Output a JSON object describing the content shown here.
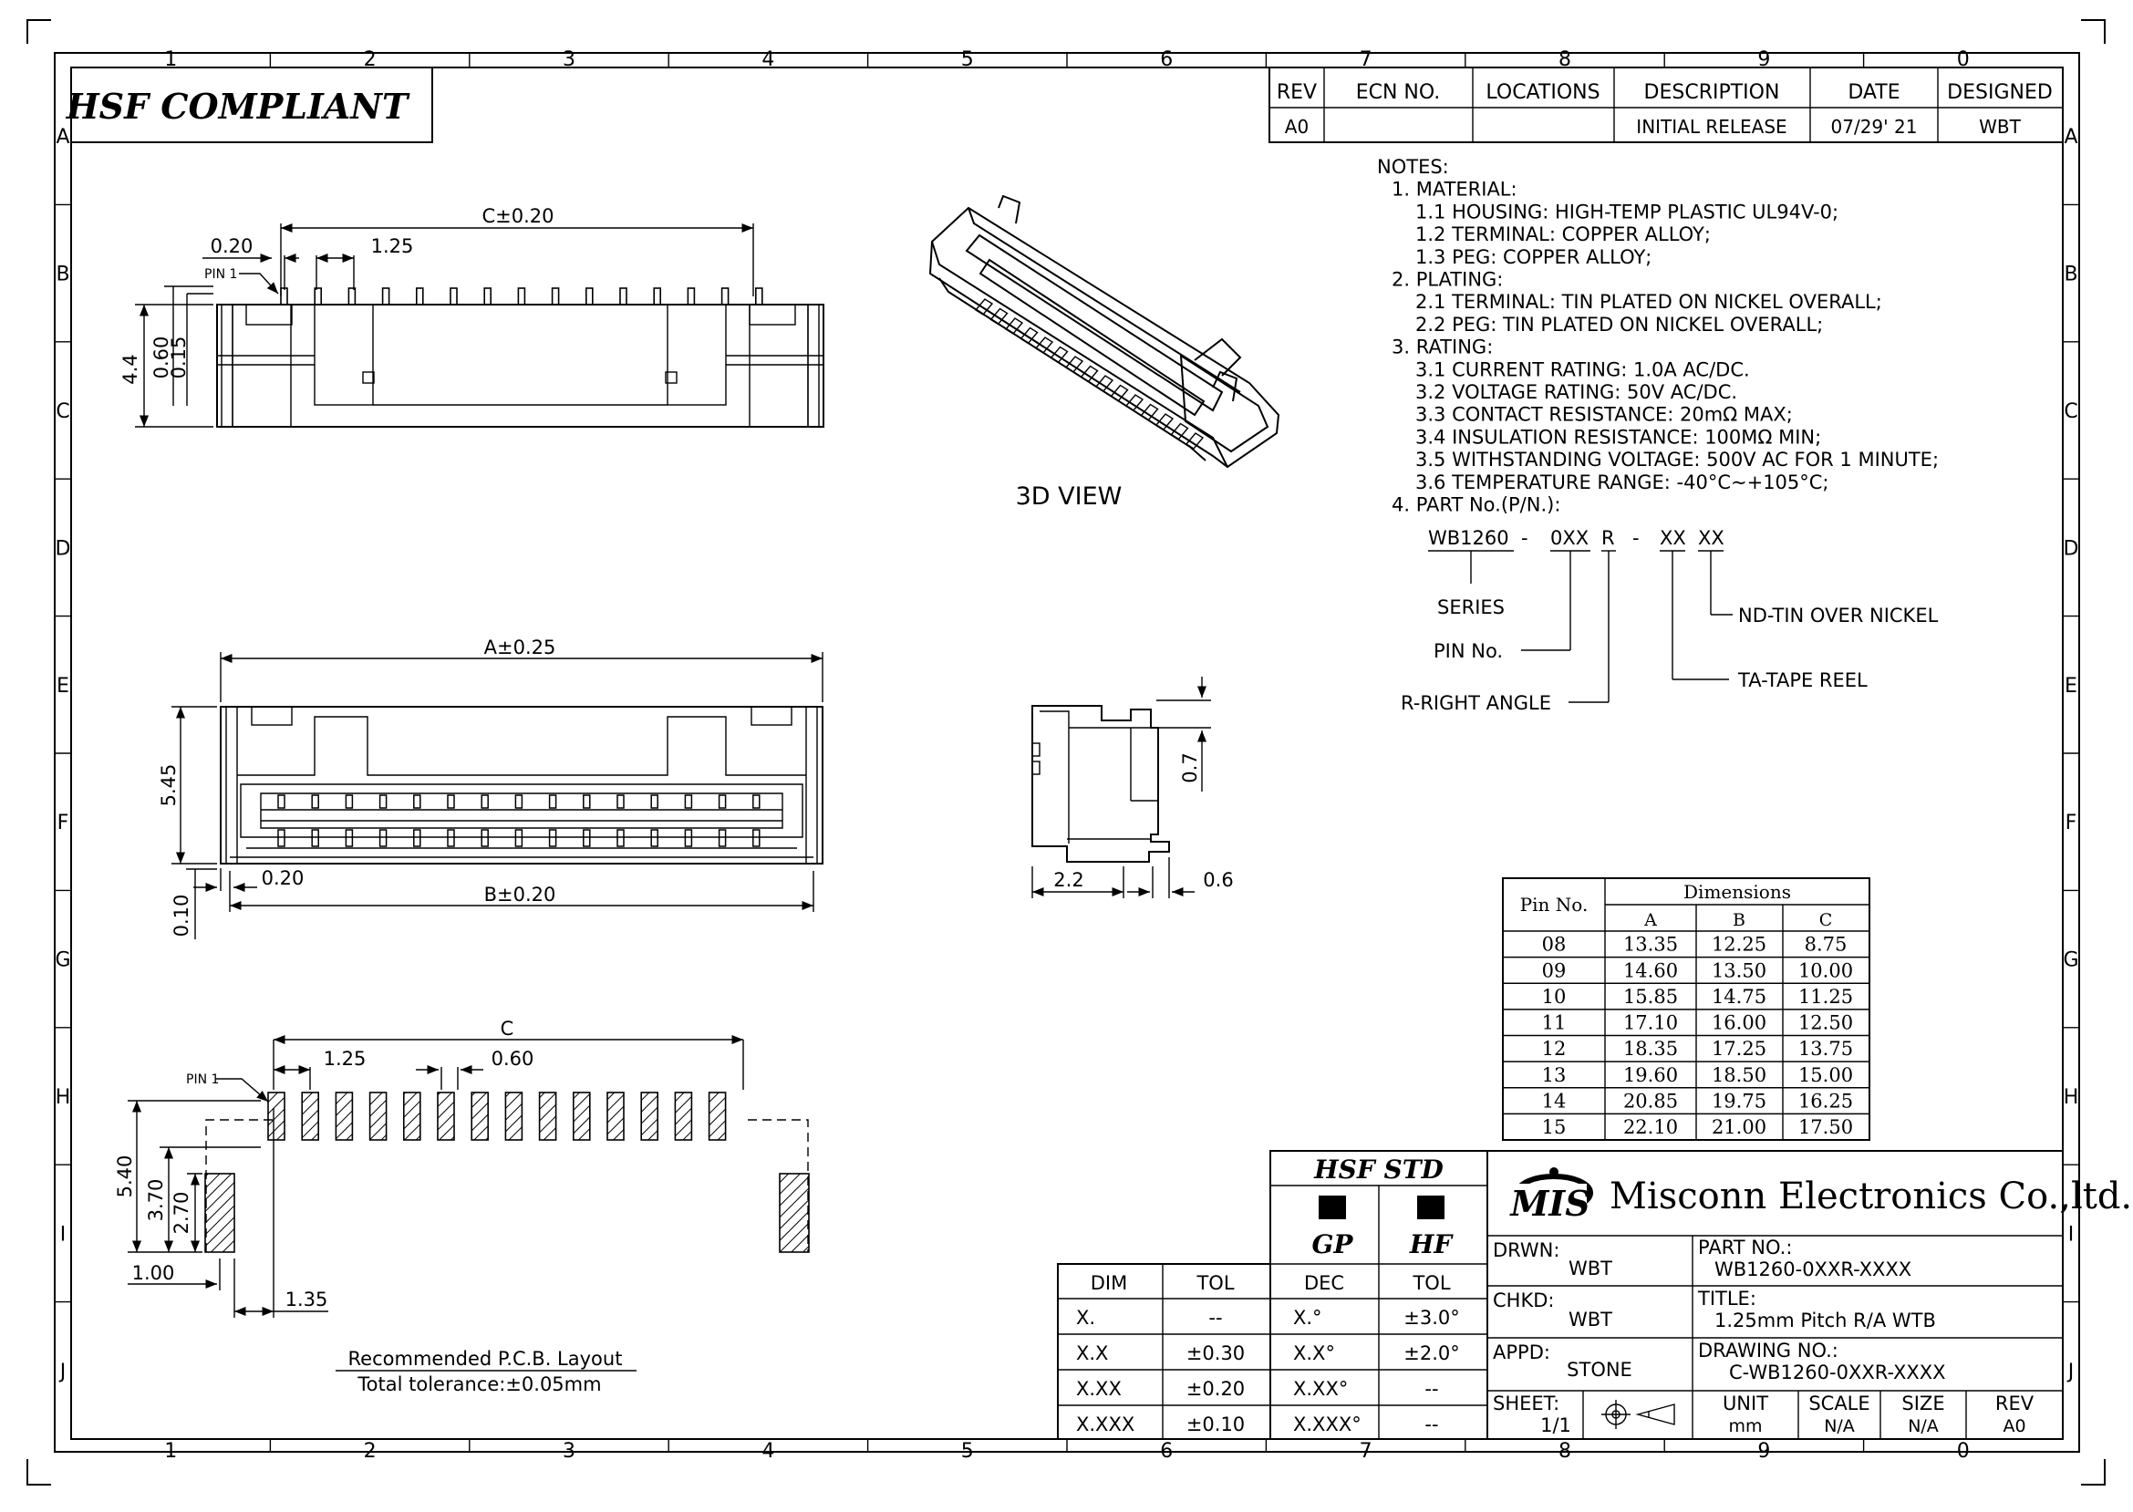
{
  "border": {
    "columns": [
      "1",
      "2",
      "3",
      "4",
      "5",
      "6",
      "7",
      "8",
      "9",
      "0"
    ],
    "rows": [
      "A",
      "B",
      "C",
      "D",
      "E",
      "F",
      "G",
      "H",
      "I",
      "J"
    ]
  },
  "hsf_compliant": "HSF COMPLIANT",
  "revision_table": {
    "headers": [
      "REV",
      "ECN NO.",
      "LOCATIONS",
      "DESCRIPTION",
      "DATE",
      "DESIGNED"
    ],
    "row": [
      "A0",
      "",
      "",
      "INITIAL RELEASE",
      "07/29' 21",
      "WBT"
    ]
  },
  "notes": [
    "NOTES:",
    "1. MATERIAL:",
    "1.1 HOUSING: HIGH-TEMP PLASTIC UL94V-0;",
    "1.2 TERMINAL: COPPER ALLOY;",
    "1.3 PEG: COPPER ALLOY;",
    "2. PLATING:",
    "2.1 TERMINAL: TIN PLATED ON NICKEL OVERALL;",
    "2.2 PEG: TIN PLATED ON NICKEL OVERALL;",
    "3. RATING:",
    "3.1 CURRENT RATING: 1.0A AC/DC.",
    "3.2 VOLTAGE RATING: 50V AC/DC.",
    "3.3 CONTACT RESISTANCE: 20mΩ MAX;",
    "3.4 INSULATION RESISTANCE: 100MΩ MIN;",
    "3.5 WITHSTANDING VOLTAGE: 500V AC FOR 1 MINUTE;",
    "3.6 TEMPERATURE RANGE: -40°C~+105°C;",
    "4. PART No.(P/N.):"
  ],
  "part_number_breakdown": {
    "segments": [
      "WB1260",
      "-",
      "0XX",
      "R",
      "-",
      "XX",
      "XX"
    ],
    "series": "SERIES",
    "pin_no": "PIN No.",
    "right_angle": "R-RIGHT ANGLE",
    "tape_reel": "TA-TAPE REEL",
    "tin_over_nickel": "ND-TIN OVER NICKEL"
  },
  "view_3d_label": "3D VIEW",
  "top_view_dims": {
    "c": "C±0.20",
    "d020": "0.20",
    "d125": "1.25",
    "pin1": "PIN 1",
    "d44": "4.4",
    "d060": "0.60",
    "d015": "0.15"
  },
  "front_view_dims": {
    "a": "A±0.25",
    "b": "B±0.20",
    "d545": "5.45",
    "d020": "0.20",
    "d010": "0.10"
  },
  "side_view_dims": {
    "d07": "0.7",
    "d22": "2.2",
    "d06": "0.6"
  },
  "pcb_layout": {
    "c": "C",
    "d125": "1.25",
    "d060": "0.60",
    "pin1": "PIN 1",
    "d540": "5.40",
    "d370": "3.70",
    "d270": "2.70",
    "d100": "1.00",
    "d135": "1.35",
    "caption": "Recommended P.C.B. Layout",
    "tolerance": "Total tolerance:±0.05mm"
  },
  "dimensions_table": {
    "title": "Dimensions",
    "pin_header": "Pin No.",
    "cols": [
      "A",
      "B",
      "C"
    ],
    "rows": [
      [
        "08",
        "13.35",
        "12.25",
        "8.75"
      ],
      [
        "09",
        "14.60",
        "13.50",
        "10.00"
      ],
      [
        "10",
        "15.85",
        "14.75",
        "11.25"
      ],
      [
        "11",
        "17.10",
        "16.00",
        "12.50"
      ],
      [
        "12",
        "18.35",
        "17.25",
        "13.75"
      ],
      [
        "13",
        "19.60",
        "18.50",
        "15.00"
      ],
      [
        "14",
        "20.85",
        "19.75",
        "16.25"
      ],
      [
        "15",
        "22.10",
        "21.00",
        "17.50"
      ]
    ]
  },
  "tolerance_table": {
    "headers": [
      "DIM",
      "TOL"
    ],
    "rows": [
      [
        "X.",
        "--"
      ],
      [
        "X.X",
        "±0.30"
      ],
      [
        "X.XX",
        "±0.20"
      ],
      [
        "X.XXX",
        "±0.10"
      ]
    ]
  },
  "hsf_std": {
    "title": "HSF STD",
    "gp": "GP",
    "hf": "HF",
    "headers": [
      "DEC",
      "TOL"
    ],
    "rows": [
      [
        "X.°",
        "±3.0°"
      ],
      [
        "X.X°",
        "±2.0°"
      ],
      [
        "X.XX°",
        "--"
      ],
      [
        "X.XXX°",
        "--"
      ]
    ]
  },
  "title_block": {
    "logo": "MIS",
    "company": "Misconn Electronics Co.,ltd.",
    "drwn_label": "DRWN:",
    "drwn": "WBT",
    "chkd_label": "CHKD:",
    "chkd": "WBT",
    "appd_label": "APPD:",
    "appd": "STONE",
    "part_no_label": "PART NO.:",
    "part_no": "WB1260-0XXR-XXXX",
    "title_label": "TITLE:",
    "title": "1.25mm Pitch R/A WTB",
    "drawing_no_label": "DRAWING NO.:",
    "drawing_no": "C-WB1260-0XXR-XXXX",
    "sheet_label": "SHEET:",
    "sheet": "1/1",
    "unit_label": "UNIT",
    "unit": "mm",
    "scale_label": "SCALE",
    "scale": "N/A",
    "size_label": "SIZE",
    "size": "N/A",
    "rev_label": "REV",
    "rev": "A0"
  }
}
